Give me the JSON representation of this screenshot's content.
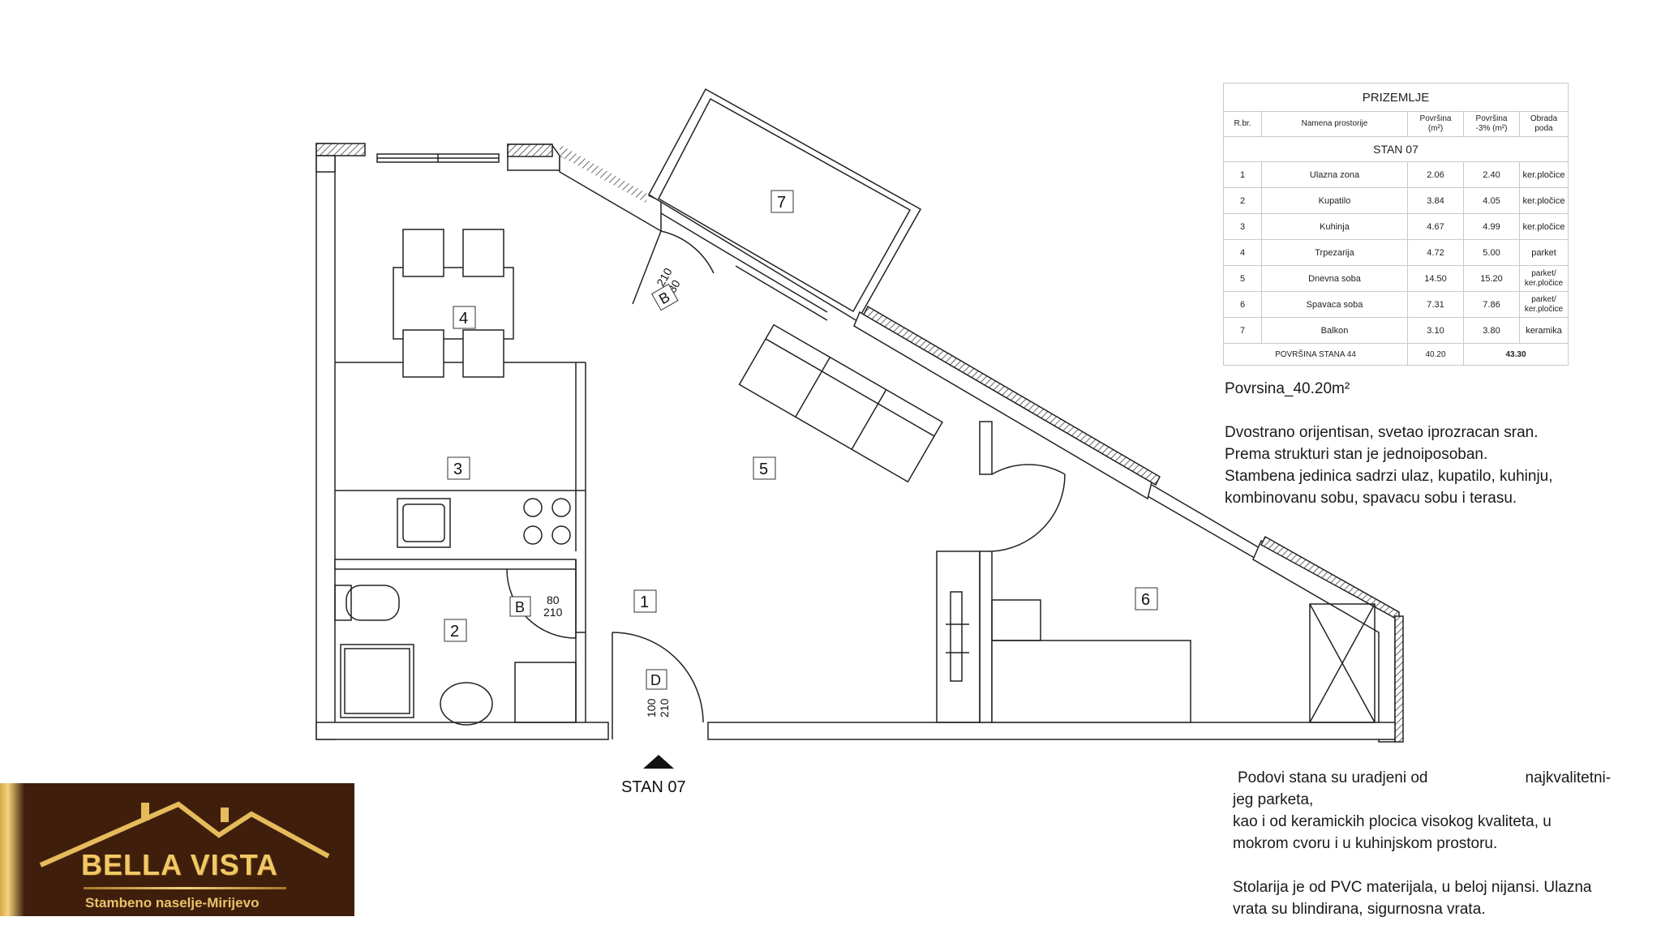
{
  "plan": {
    "rooms": [
      {
        "id": "1",
        "label": "1"
      },
      {
        "id": "2",
        "label": "2"
      },
      {
        "id": "3",
        "label": "3"
      },
      {
        "id": "4",
        "label": "4"
      },
      {
        "id": "5",
        "label": "5"
      },
      {
        "id": "6",
        "label": "6"
      },
      {
        "id": "7",
        "label": "7"
      }
    ],
    "doors": {
      "entrance_label": "D",
      "entrance_dim_1": "100",
      "entrance_dim_2": "210",
      "bath_label": "B",
      "bath_dim_1": "80",
      "bath_dim_2": "210",
      "balcony_label": "B",
      "balcony_dim_1": "210",
      "balcony_dim_2": "80"
    },
    "entrance_text": "STAN 07"
  },
  "table": {
    "title": "PRIZEMLJE",
    "headers": {
      "num": "R.br.",
      "name": "Namena prostorije",
      "area_1": "Površina",
      "area_1_unit": "(m²)",
      "area_2": "Površina",
      "area_2_unit": "-3% (m²)",
      "floor_1": "Obrada",
      "floor_2": "poda"
    },
    "unit": "STAN 07",
    "rows": [
      {
        "num": "1",
        "name": "Ulazna zona",
        "area": "2.06",
        "area3": "2.40",
        "floor": "ker.pločice",
        "floor2": ""
      },
      {
        "num": "2",
        "name": "Kupatilo",
        "area": "3.84",
        "area3": "4.05",
        "floor": "ker.pločice",
        "floor2": ""
      },
      {
        "num": "3",
        "name": "Kuhinja",
        "area": "4.67",
        "area3": "4.99",
        "floor": "ker.pločice",
        "floor2": ""
      },
      {
        "num": "4",
        "name": "Trpezarija",
        "area": "4.72",
        "area3": "5.00",
        "floor": "parket",
        "floor2": ""
      },
      {
        "num": "5",
        "name": "Dnevna soba",
        "area": "14.50",
        "area3": "15.20",
        "floor": "parket/",
        "floor2": "ker.pločice"
      },
      {
        "num": "6",
        "name": "Spavaca soba",
        "area": "7.31",
        "area3": "7.86",
        "floor": "parket/",
        "floor2": "ker.pločice"
      },
      {
        "num": "7",
        "name": "Balkon",
        "area": "3.10",
        "area3": "3.80",
        "floor": "keramika",
        "floor2": ""
      }
    ],
    "sum": {
      "label": "POVRŠINA STANA 44",
      "area": "40.20",
      "area3": "43.30"
    }
  },
  "area_text": "Povrsina_40.20m²",
  "description": [
    "Dvostrano orijentisan, svetao iprozracan sran.",
    "Prema strukturi stan je jednoiposoban.",
    "Stambena jedinica sadrzi ulaz, kupatilo, kuhinju,",
    "kombinovanu sobu, spavacu sobu i terasu."
  ],
  "floor_text": {
    "line1_a": "Podovi stana su uradjeni od",
    "line1_b": "najkvalitetni-",
    "line2": "jeg parketa,",
    "line3": "kao i od keramickih plocica visokog kvaliteta, u",
    "line4": "mokrom cvoru i u kuhinjskom prostoru.",
    "line5": "Stolarija je od PVC materijala, u beloj nijansi. Ulazna",
    "line6": "vrata su blindirana, sigurnosna vrata."
  },
  "logo": {
    "name": "BELLA VISTA",
    "subtitle": "Stambeno naselje-Mirijevo",
    "gold": "#f0c866",
    "brown": "#3f1f0c"
  }
}
